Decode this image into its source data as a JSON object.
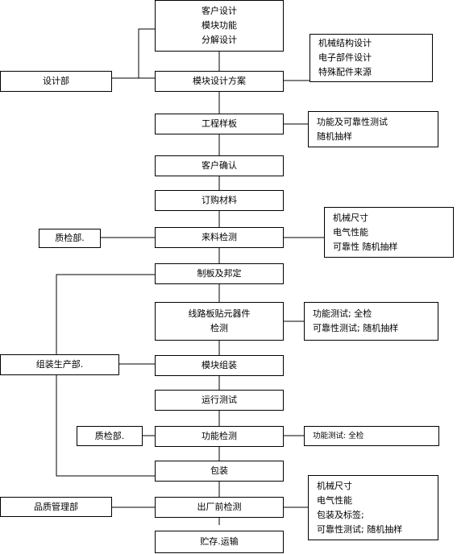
{
  "main_steps": [
    {
      "id": "s1",
      "lines": [
        "客户设计",
        "模块功能",
        "分解设计"
      ]
    },
    {
      "id": "s2",
      "lines": [
        "模块设计方案"
      ]
    },
    {
      "id": "s3",
      "lines": [
        "工程样板"
      ]
    },
    {
      "id": "s4",
      "lines": [
        "客户确认"
      ]
    },
    {
      "id": "s5",
      "lines": [
        "订购材料"
      ]
    },
    {
      "id": "s6",
      "lines": [
        "来料检测"
      ]
    },
    {
      "id": "s7",
      "lines": [
        "制板及邦定"
      ]
    },
    {
      "id": "s8",
      "lines": [
        "线路板贴元器件",
        "检测"
      ]
    },
    {
      "id": "s9",
      "lines": [
        "模块组装"
      ]
    },
    {
      "id": "s10",
      "lines": [
        "运行测试"
      ]
    },
    {
      "id": "s11",
      "lines": [
        "功能检测"
      ]
    },
    {
      "id": "s12",
      "lines": [
        "包装"
      ]
    },
    {
      "id": "s13",
      "lines": [
        "出厂前检测"
      ]
    },
    {
      "id": "s14",
      "lines": [
        "贮存.运输"
      ]
    }
  ],
  "departments": [
    {
      "id": "d1",
      "label": "设计部"
    },
    {
      "id": "d2",
      "label": "质检部."
    },
    {
      "id": "d3",
      "label": "组装生产部."
    },
    {
      "id": "d4",
      "label": "质检部."
    },
    {
      "id": "d5",
      "label": "品质管理部"
    }
  ],
  "notes": [
    {
      "id": "n1",
      "lines": [
        "机械结构设计",
        "电子部件设计",
        "特殊配件来源"
      ]
    },
    {
      "id": "n2",
      "lines": [
        "功能及可靠性测试",
        "随机抽样"
      ]
    },
    {
      "id": "n3",
      "lines": [
        "机械尺寸",
        "电气性能",
        "可靠性            随机抽样"
      ]
    },
    {
      "id": "n4",
      "lines": [
        "功能测试; 全检",
        "可靠性测试; 随机抽样"
      ]
    },
    {
      "id": "n5",
      "lines": [
        "功能测试:    全检"
      ]
    },
    {
      "id": "n6",
      "lines": [
        "机械尺寸",
        "电气性能",
        "包装及标签;",
        "可靠性测试; 随机抽样"
      ]
    }
  ]
}
